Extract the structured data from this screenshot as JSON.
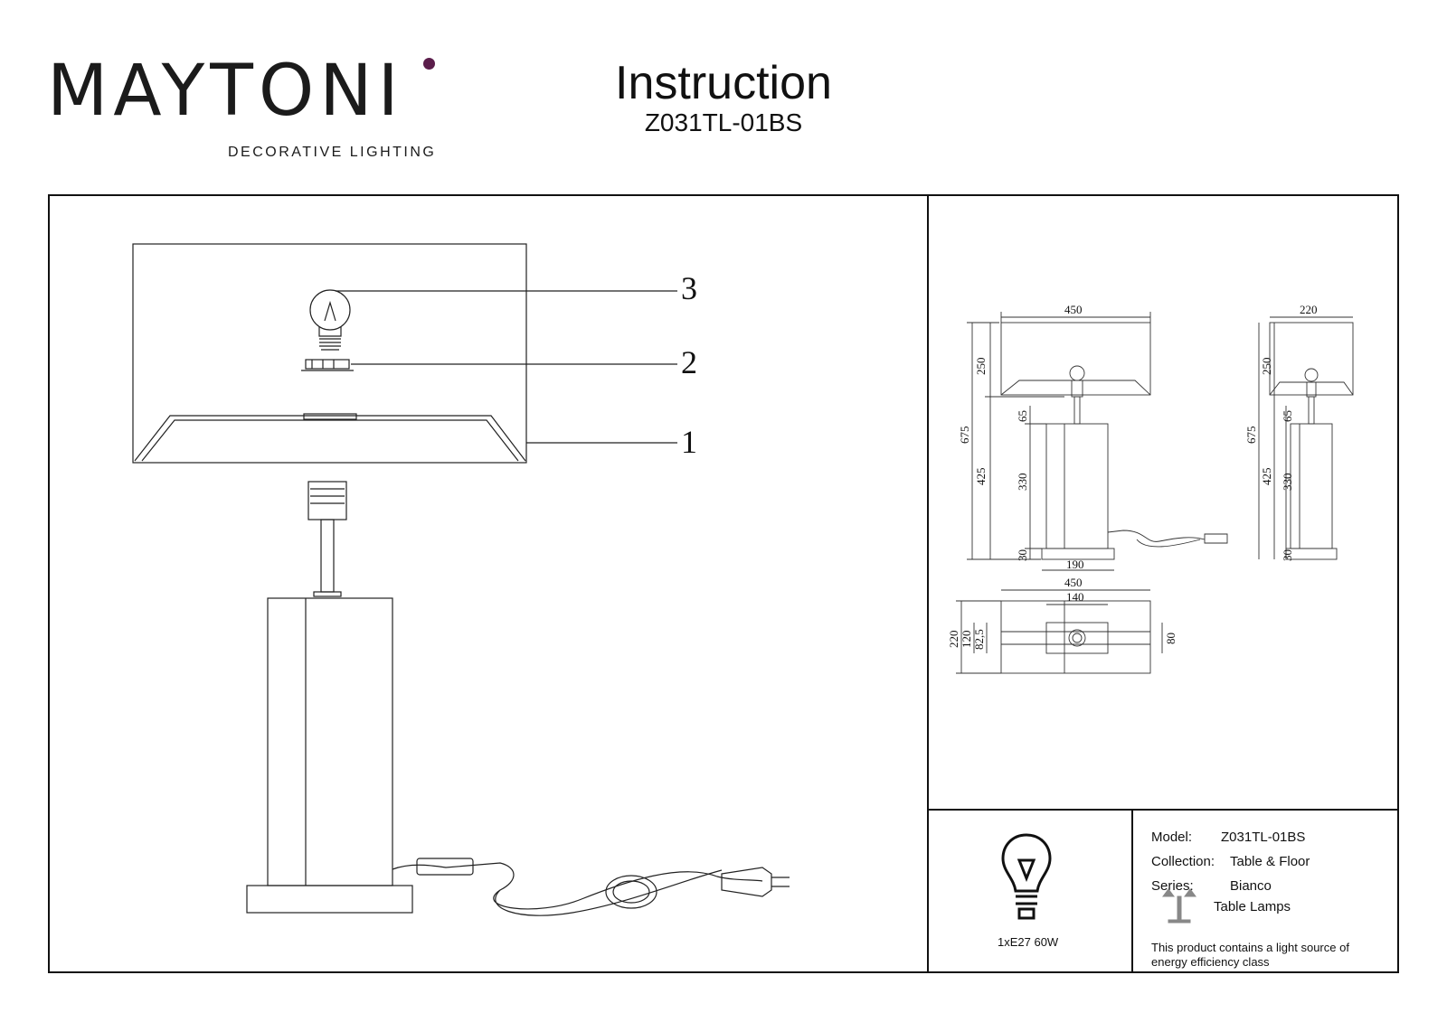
{
  "brand": {
    "name": "MAYTONI",
    "tagline": "DECORATIVE LIGHTING",
    "accent_color": "#5b1d4b"
  },
  "header": {
    "title": "Instruction",
    "model_code": "Z031TL-01BS"
  },
  "parts": {
    "callout_1": "1",
    "callout_2": "2",
    "callout_3": "3"
  },
  "dimensions": {
    "front": {
      "width": "450",
      "shade_height": "250",
      "total_height": "675",
      "neck": "65",
      "lower_height": "425",
      "body_height": "330",
      "base_height": "30",
      "base_width": "190"
    },
    "side": {
      "width": "220",
      "shade_height": "250",
      "total_height": "675",
      "neck": "65",
      "lower_height": "425",
      "body_height": "330",
      "base_height": "30"
    },
    "top": {
      "width": "450",
      "inner_width": "140",
      "depth": "220",
      "inner_depth": "120",
      "offset": "82,5",
      "base_depth": "80"
    }
  },
  "bulb": {
    "icon": "bulb-icon",
    "label": "1xE27 60W"
  },
  "info": {
    "model_label": "Model:",
    "model_value": "Z031TL-01BS",
    "collection_label": "Collection:",
    "collection_value": "Table & Floor",
    "series_label": "Series:",
    "series_value": "Bianco",
    "type_icon": "table-lamp-icon",
    "type_value": "Table Lamps",
    "energy_note_line1": "This product contains a light source of",
    "energy_note_line2": "energy efficiency class"
  }
}
